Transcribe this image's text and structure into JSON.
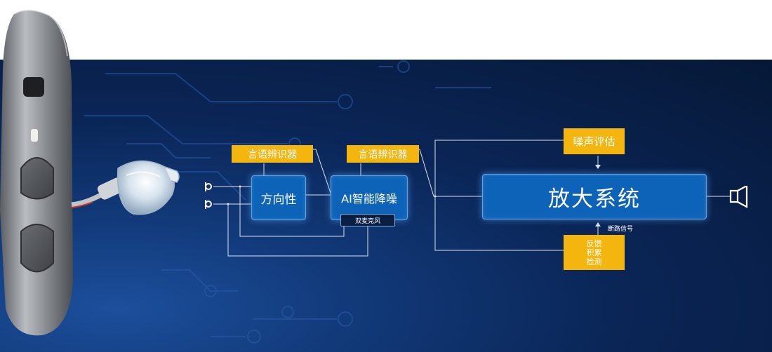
{
  "diagram": {
    "nodes": {
      "speech_recognizer_1": "言语辨识器",
      "speech_recognizer_2": "言语辨识器",
      "directionality": "方向性",
      "ai_noise_reduction": "AI智能降噪",
      "dual_mic": "双麦克风",
      "noise_assessment": "噪声评估",
      "amplification": "放大系统",
      "feedback": [
        "反馈",
        "积累",
        "检测"
      ],
      "loop_signal": "断路信号"
    }
  },
  "colors": {
    "panel_bg": "#0a2556",
    "box_blue": "#0d63b8",
    "box_yellow": "#f5b50f",
    "line": "#d9e3f0"
  },
  "icons": [
    "microphone-icon",
    "microphone-icon",
    "speaker-icon",
    "hearing-aid-device-image"
  ]
}
